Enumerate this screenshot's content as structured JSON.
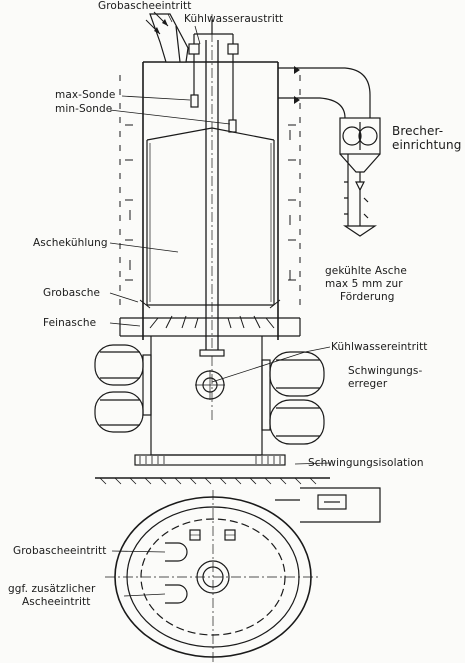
{
  "labels": {
    "grobascheeintritt_top": "Grobascheeintritt",
    "kuehlwasseraustritt": "Kühlwasseraustritt",
    "max_sonde": "max-Sonde",
    "min_sonde": "min-Sonde",
    "brecher_line1": "Brecher-",
    "brecher_line2": "einrichtung",
    "aschekuehlung": "Aschekühlung",
    "gekuehlte_line1": "gekühlte Asche",
    "gekuehlte_line2": "max 5 mm zur",
    "gekuehlte_line3": "Förderung",
    "grobasche": "Grobasche",
    "feinasche": "Feinasche",
    "kuehlwassereintritt": "Kühlwassereintritt",
    "schwingungs_line1": "Schwingungs-",
    "schwingungs_line2": "erreger",
    "schwingungsisolation": "Schwingungsisolation",
    "grobascheeintritt_bottom": "Grobascheeintritt",
    "ggf_line1": "ggf. zusätzlicher",
    "ggf_line2": "Ascheeintritt"
  },
  "colors": {
    "ink": "#1a1a1a",
    "paper": "#fbfbf9"
  }
}
